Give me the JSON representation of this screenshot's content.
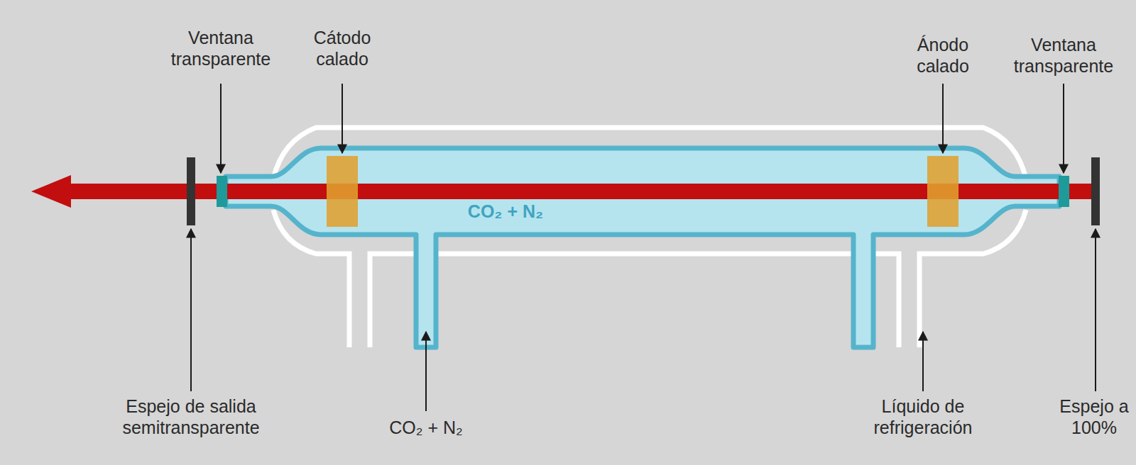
{
  "diagram": {
    "labels": [
      "Ventana transparente",
      "Cátodo calado",
      "Ánodo calado",
      "Ventana transparente",
      "CO₂ + N₂",
      "Espejo de salida semitransparente",
      "CO₂ + N₂",
      "Líquido de refrigeración",
      "Espejo a 100%"
    ]
  }
}
